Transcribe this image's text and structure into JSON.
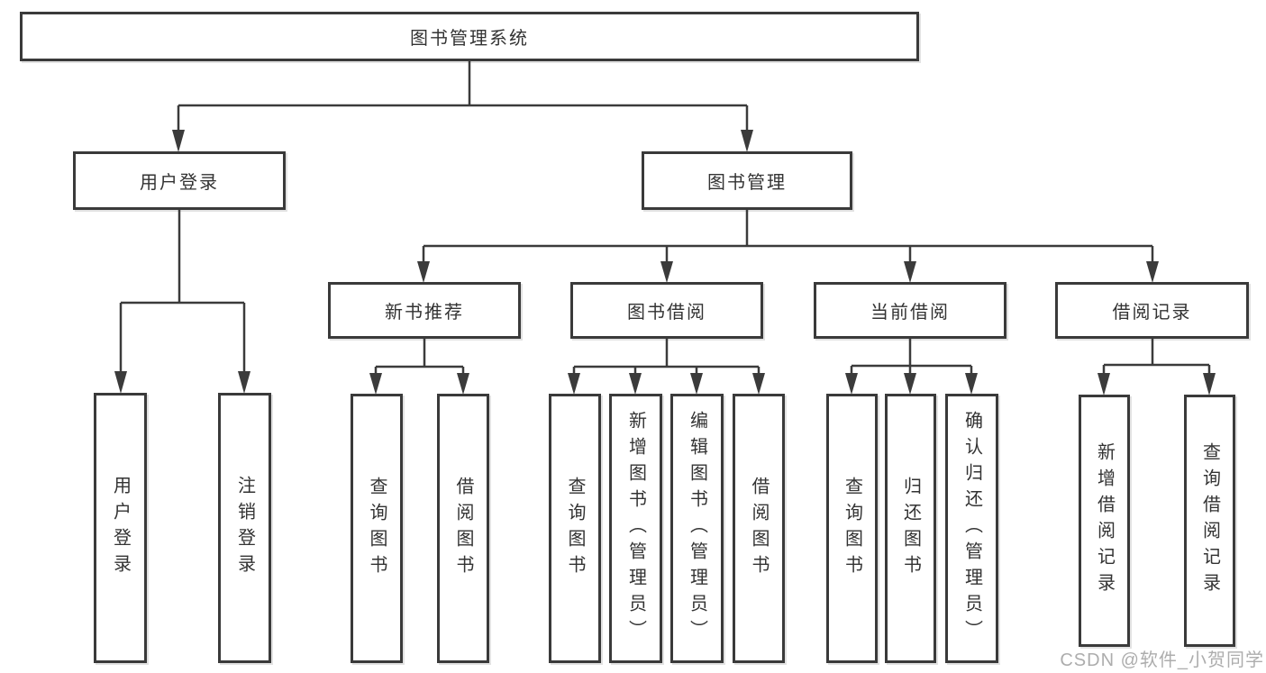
{
  "root": {
    "label": "图书管理系统"
  },
  "branches": [
    {
      "label": "用户登录",
      "leaves": [
        "用户登录",
        "注销登录"
      ]
    },
    {
      "label": "图书管理",
      "groups": [
        {
          "label": "新书推荐",
          "leaves": [
            "查询图书",
            "借阅图书"
          ]
        },
        {
          "label": "图书借阅",
          "leaves": [
            "查询图书",
            "新增图书（管理员）",
            "编辑图书（管理员）",
            "借阅图书"
          ]
        },
        {
          "label": "当前借阅",
          "leaves": [
            "查询图书",
            "归还图书",
            "确认归还（管理员）"
          ]
        },
        {
          "label": "借阅记录",
          "leaves": [
            "新增借阅记录",
            "查询借阅记录"
          ]
        }
      ]
    }
  ],
  "watermark": "CSDN @软件_小贺同学",
  "colors": {
    "line": "#3b3b3b",
    "border": "#3a3a3a",
    "text": "#333333",
    "watermark": "#adadad",
    "background": "#ffffff"
  }
}
